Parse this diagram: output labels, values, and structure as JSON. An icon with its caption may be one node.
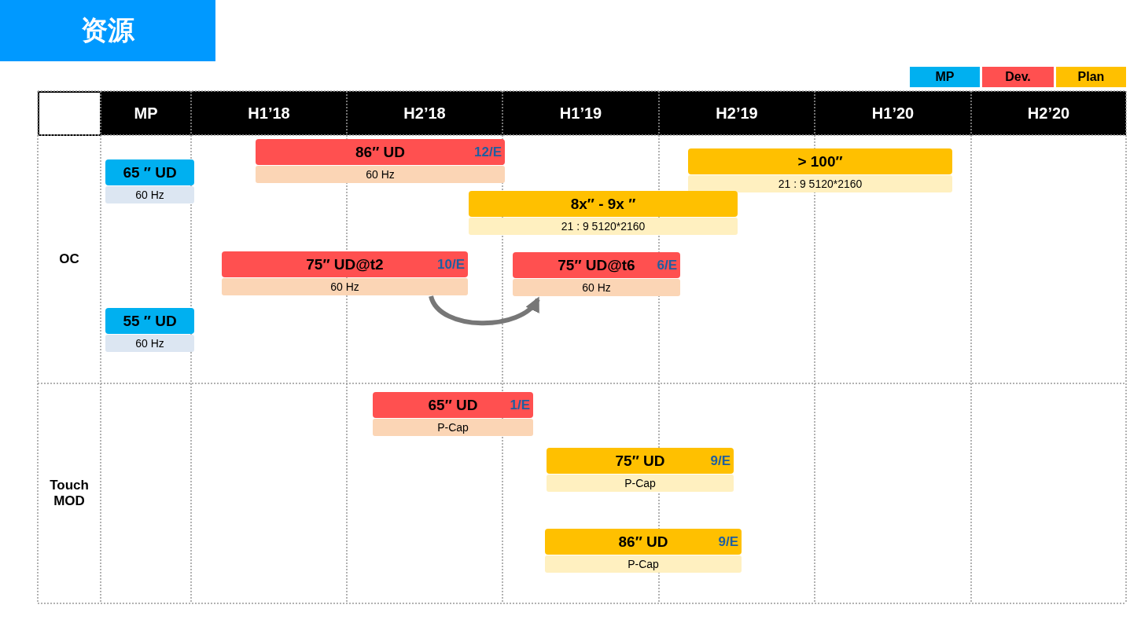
{
  "diagram": {
    "title": "资源",
    "nodes": [
      {
        "text": [
          "86″ UD",
          "12/E",
          "60 Hz"
        ]
      },
      {
        "text": [
          "65 ″ UD",
          "60 Hz"
        ]
      },
      {
        "text": [
          "> 100″",
          "21 : 9 5120*2160"
        ]
      },
      {
        "text": [
          "8x″ - 9x ″",
          "21 : 9 5120*2160"
        ]
      },
      {
        "text": [
          "75″ UD@t2",
          "10/E",
          "60 Hz"
        ]
      },
      {
        "text": [
          "75″ UD@t6",
          "6/E",
          "60 Hz"
        ]
      },
      {
        "text": [
          "55 ″ UD",
          "60 Hz"
        ]
      },
      {
        "text": [
          "65″ UD",
          "1/E",
          "P-Cap"
        ]
      },
      {
        "text": [
          "75″ UD",
          "9/E",
          "P-Cap"
        ]
      },
      {
        "text": [
          "86″ UD",
          "9/E",
          "P-Cap"
        ]
      }
    ],
    "edges": [
      {
        "from": 4,
        "to": 5,
        "arrow": "to"
      }
    ],
    "labels": [
      "MP",
      "H1’18",
      "H2’18",
      "H1’19",
      "H2’19",
      "H1’20",
      "H2’20",
      "OC",
      "Touch MOD"
    ],
    "legend": [
      {
        "text": "MP",
        "color": "#00b0f0"
      },
      {
        "text": "Dev.",
        "color": "#ff5050"
      },
      {
        "text": "Plan",
        "color": "#ffc000"
      }
    ]
  }
}
